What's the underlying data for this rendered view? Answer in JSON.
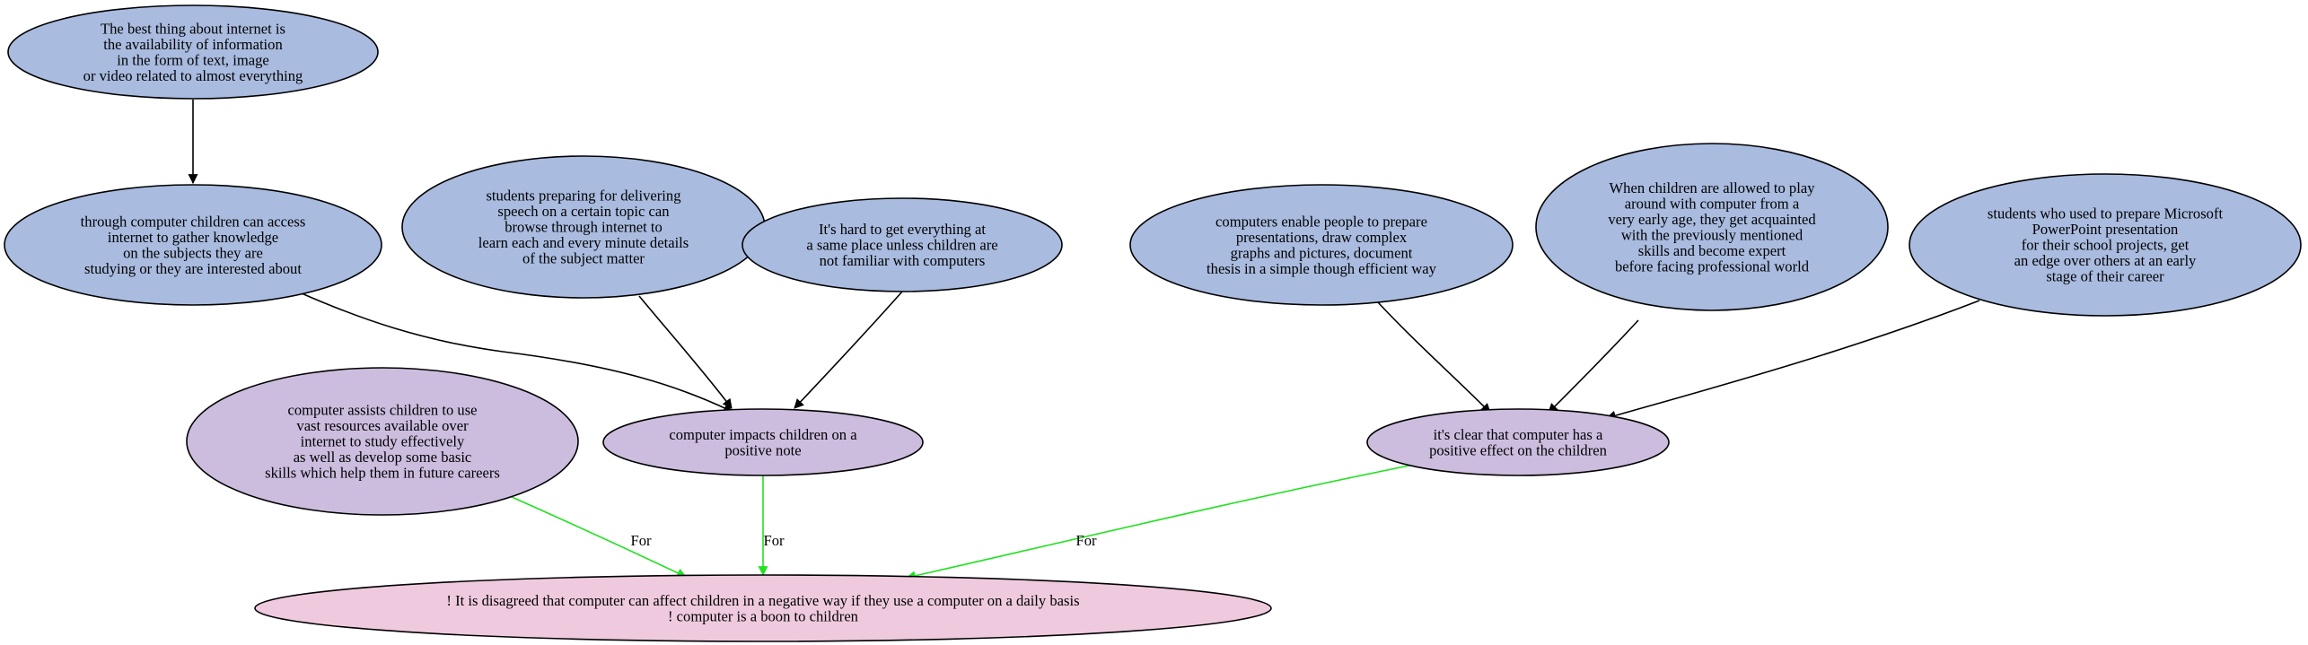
{
  "colors": {
    "premise": "#a9bbdf",
    "sub_claim": "#ccbddf",
    "conclusion": "#efcadf",
    "support_edge": "#000000",
    "for_edge": "#22e022"
  },
  "nodes": {
    "n1": {
      "kind": "premise",
      "lines": [
        "The best thing about internet is",
        "the availability of information",
        "in the form of text, image",
        "or video related to almost everything"
      ]
    },
    "n2": {
      "kind": "premise",
      "lines": [
        "through computer children can access",
        "internet to gather knowledge",
        "on the subjects they are",
        "studying or they are interested about"
      ]
    },
    "n3": {
      "kind": "premise",
      "lines": [
        "students preparing for delivering",
        "speech on a certain topic can",
        "browse through internet to",
        "learn each and every minute details",
        "of the subject matter"
      ]
    },
    "n4": {
      "kind": "premise",
      "lines": [
        "It's hard to get everything at",
        "a same place unless children are",
        "not familiar with computers"
      ]
    },
    "n5": {
      "kind": "premise",
      "lines": [
        "computers enable people to prepare",
        "presentations, draw complex",
        "graphs and pictures, document",
        "thesis in a simple though efficient way"
      ]
    },
    "n6": {
      "kind": "premise",
      "lines": [
        "When children are allowed to play",
        "around with computer from a",
        "very early age, they get acquainted",
        "with the previously mentioned",
        "skills and become expert",
        "before facing professional world"
      ]
    },
    "n7": {
      "kind": "premise",
      "lines": [
        "students who used to prepare Microsoft",
        "PowerPoint presentation",
        "for their school projects, get",
        "an edge over others at an early",
        "stage of their career"
      ]
    },
    "n8": {
      "kind": "sub_claim",
      "lines": [
        "computer assists children to use",
        "vast resources available over",
        "internet to study effectively",
        "as well as develop some basic",
        "skills which help them in future careers"
      ]
    },
    "n9": {
      "kind": "sub_claim",
      "lines": [
        "computer impacts children on a",
        "positive note"
      ]
    },
    "n10": {
      "kind": "sub_claim",
      "lines": [
        "it's clear that computer has a",
        "positive effect on the children"
      ]
    },
    "n11": {
      "kind": "conclusion",
      "lines": [
        "! It is disagreed that computer can affect children in a negative way if they use a computer on a daily basis",
        "! computer is a boon to children"
      ]
    }
  },
  "edges": [
    {
      "from": "n1",
      "to": "n2",
      "type": "support",
      "label": ""
    },
    {
      "from": "n2",
      "to": "n9",
      "type": "support",
      "label": ""
    },
    {
      "from": "n3",
      "to": "n9",
      "type": "support",
      "label": ""
    },
    {
      "from": "n4",
      "to": "n9",
      "type": "support",
      "label": ""
    },
    {
      "from": "n5",
      "to": "n10",
      "type": "support",
      "label": ""
    },
    {
      "from": "n6",
      "to": "n10",
      "type": "support",
      "label": ""
    },
    {
      "from": "n7",
      "to": "n10",
      "type": "support",
      "label": ""
    },
    {
      "from": "n8",
      "to": "n11",
      "type": "for",
      "label": "For"
    },
    {
      "from": "n9",
      "to": "n11",
      "type": "for",
      "label": "For"
    },
    {
      "from": "n10",
      "to": "n11",
      "type": "for",
      "label": "For"
    }
  ]
}
